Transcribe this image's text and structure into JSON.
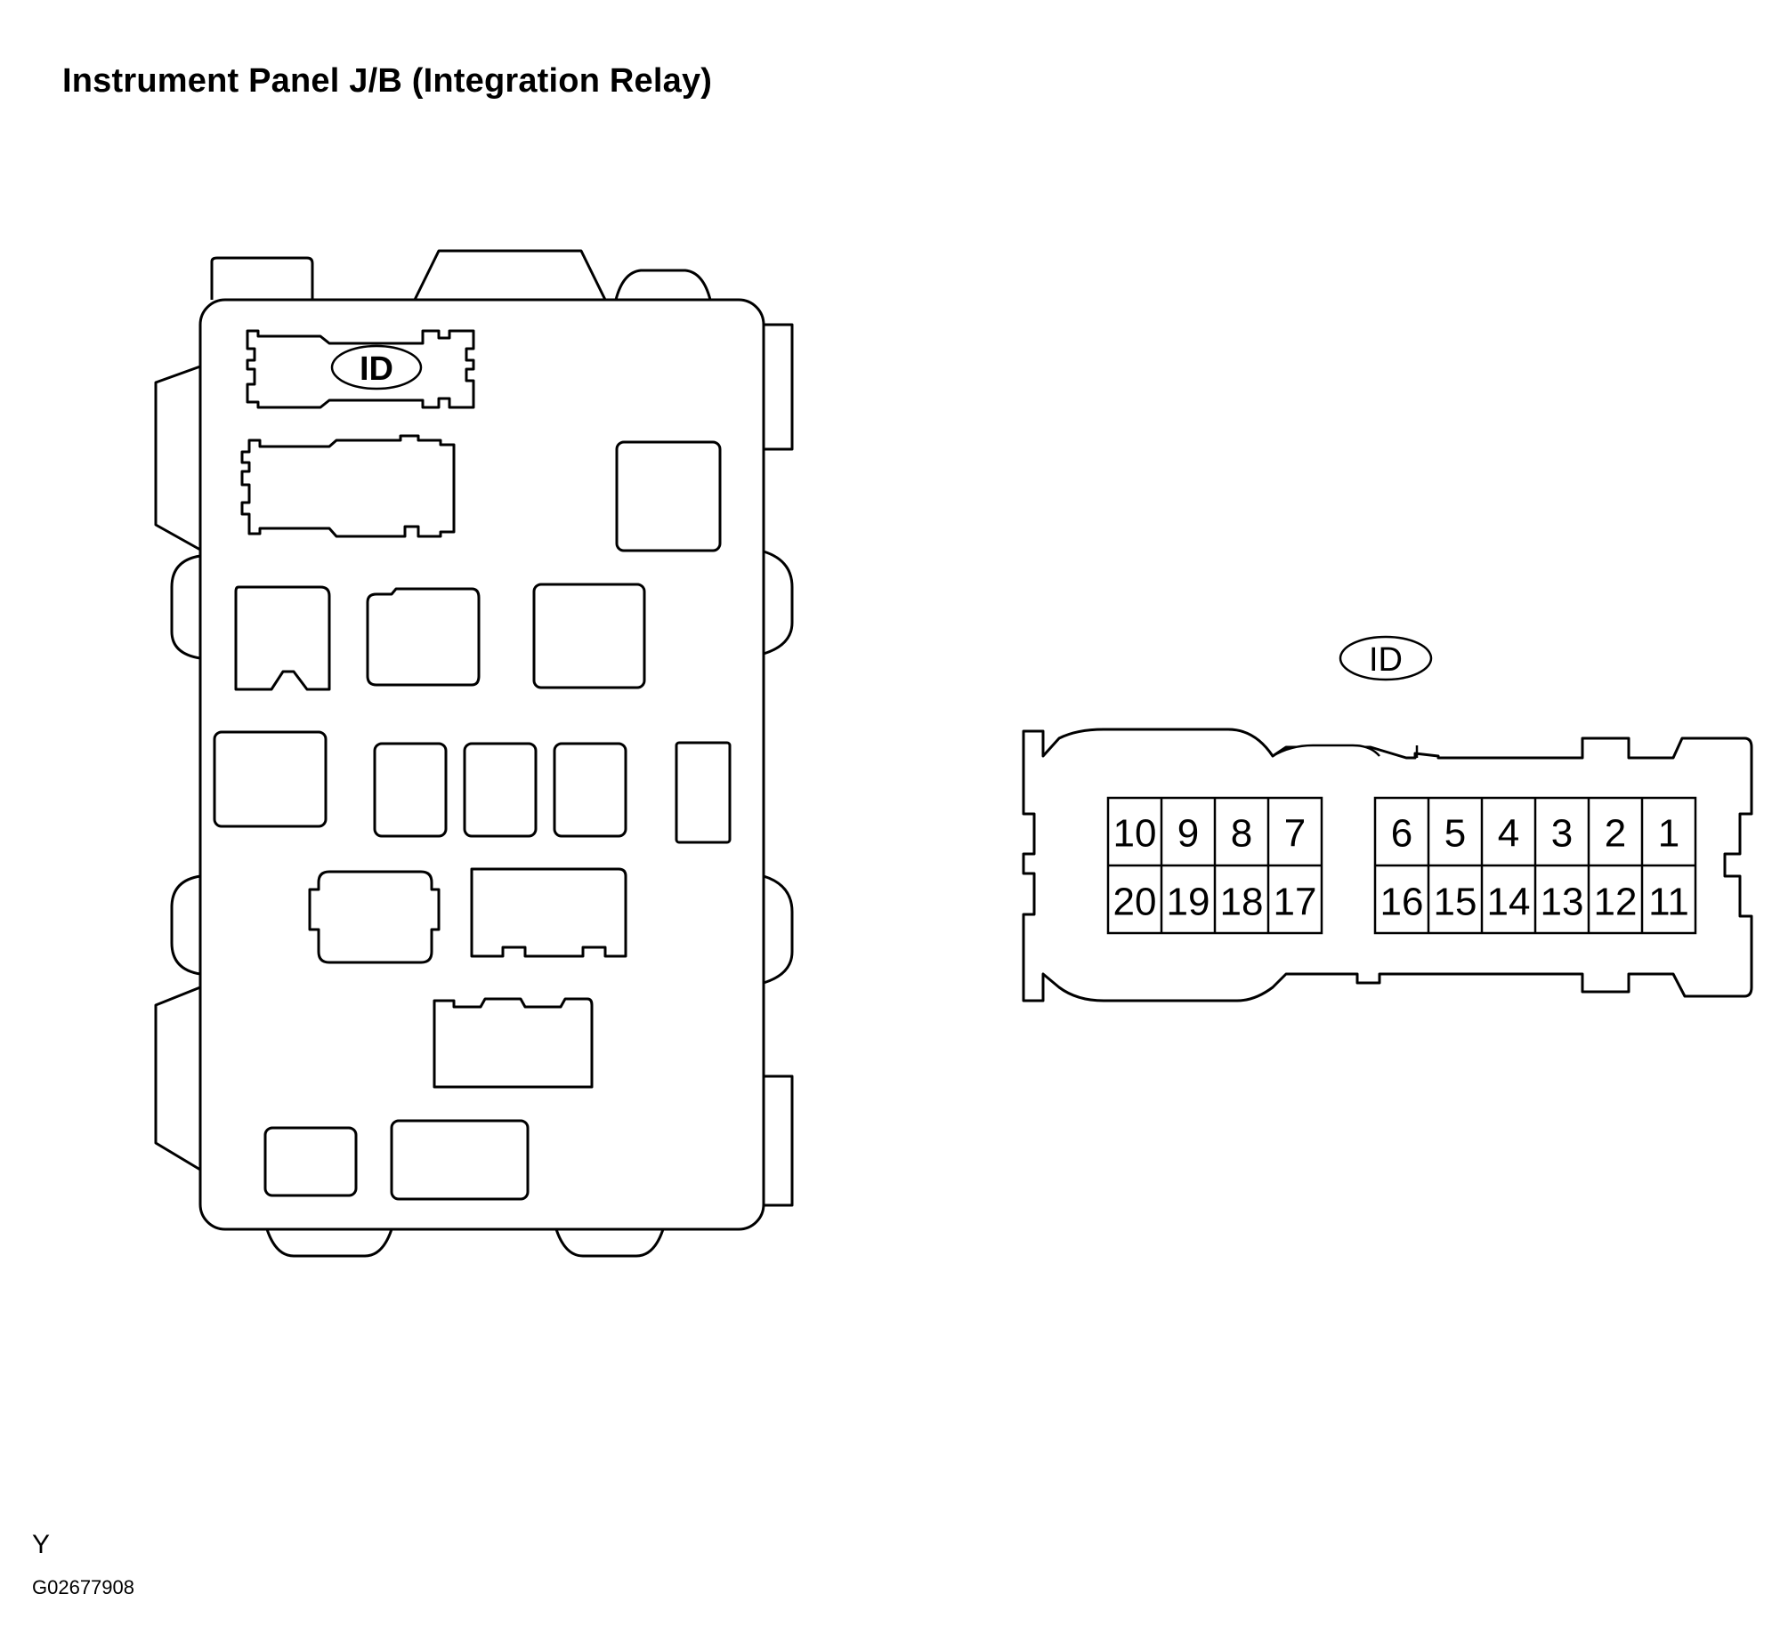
{
  "title": "Instrument Panel J/B (Integration Relay)",
  "junction_block": {
    "connector_tag": "ID"
  },
  "connector": {
    "tag": "ID",
    "top_row_left": [
      "10",
      "9",
      "8",
      "7"
    ],
    "top_row_right": [
      "6",
      "5",
      "4",
      "3",
      "2",
      "1"
    ],
    "bottom_row_left": [
      "20",
      "19",
      "18",
      "17"
    ],
    "bottom_row_right": [
      "16",
      "15",
      "14",
      "13",
      "12",
      "11"
    ]
  },
  "view_code": "Y",
  "figure_id": "G02677908"
}
